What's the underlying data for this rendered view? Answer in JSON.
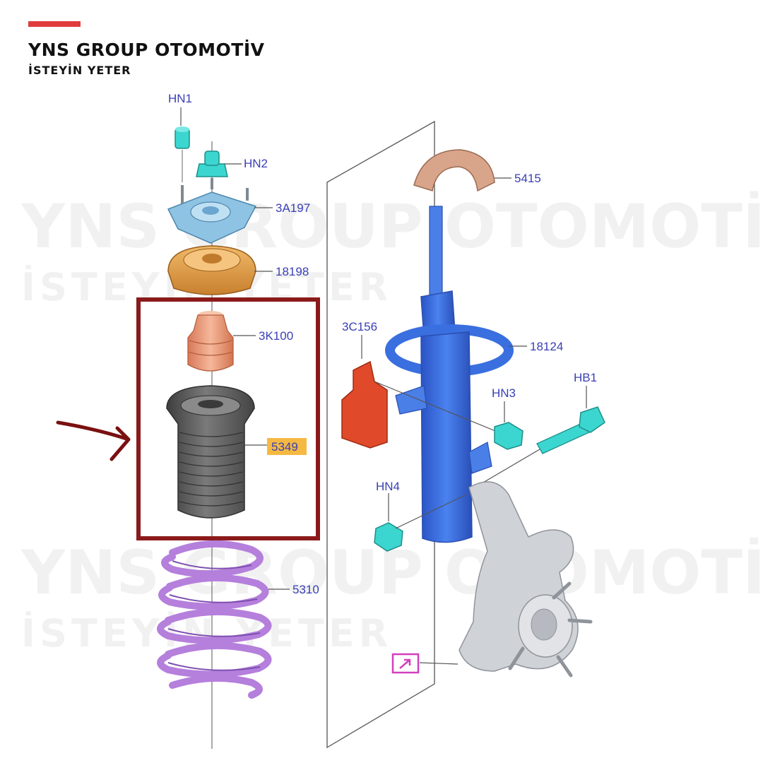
{
  "brand": {
    "name": "YNS GROUP OTOMOTİV",
    "slogan": "İSTEYİN YETER",
    "accent_color": "#e03c3c"
  },
  "watermark": {
    "name": "YNS GROUP OTOMOTİV",
    "slogan": "İSTEYİN YETER"
  },
  "labels": {
    "hn1": "HN1",
    "hn2": "HN2",
    "mount": "3A197",
    "bearing": "18198",
    "bump_stop": "3K100",
    "dust_boot": "5349",
    "coil_spring": "5310",
    "upper_seat": "5415",
    "strut": "18124",
    "bracket": "3C156",
    "hn3": "HN3",
    "hb1": "HB1",
    "hn4": "HN4"
  },
  "highlight": {
    "box_color": "#8b1a1a",
    "label_bg": "#f5b942"
  },
  "part_colors": {
    "strut": "#3a6fe0",
    "spring": "#b57fdc",
    "boot": "#5b5b5b",
    "bumper": "#e8a07a",
    "bearing": "#e6a450",
    "mount": "#8fc3e3",
    "seat": "#d9a58a",
    "bracket": "#e04a2a",
    "hardware": "#3bd6cf",
    "knuckle": "#cfd2d6"
  },
  "icons": {
    "reference": "arrow-reference-icon",
    "pointer": "curved-arrow-icon"
  }
}
